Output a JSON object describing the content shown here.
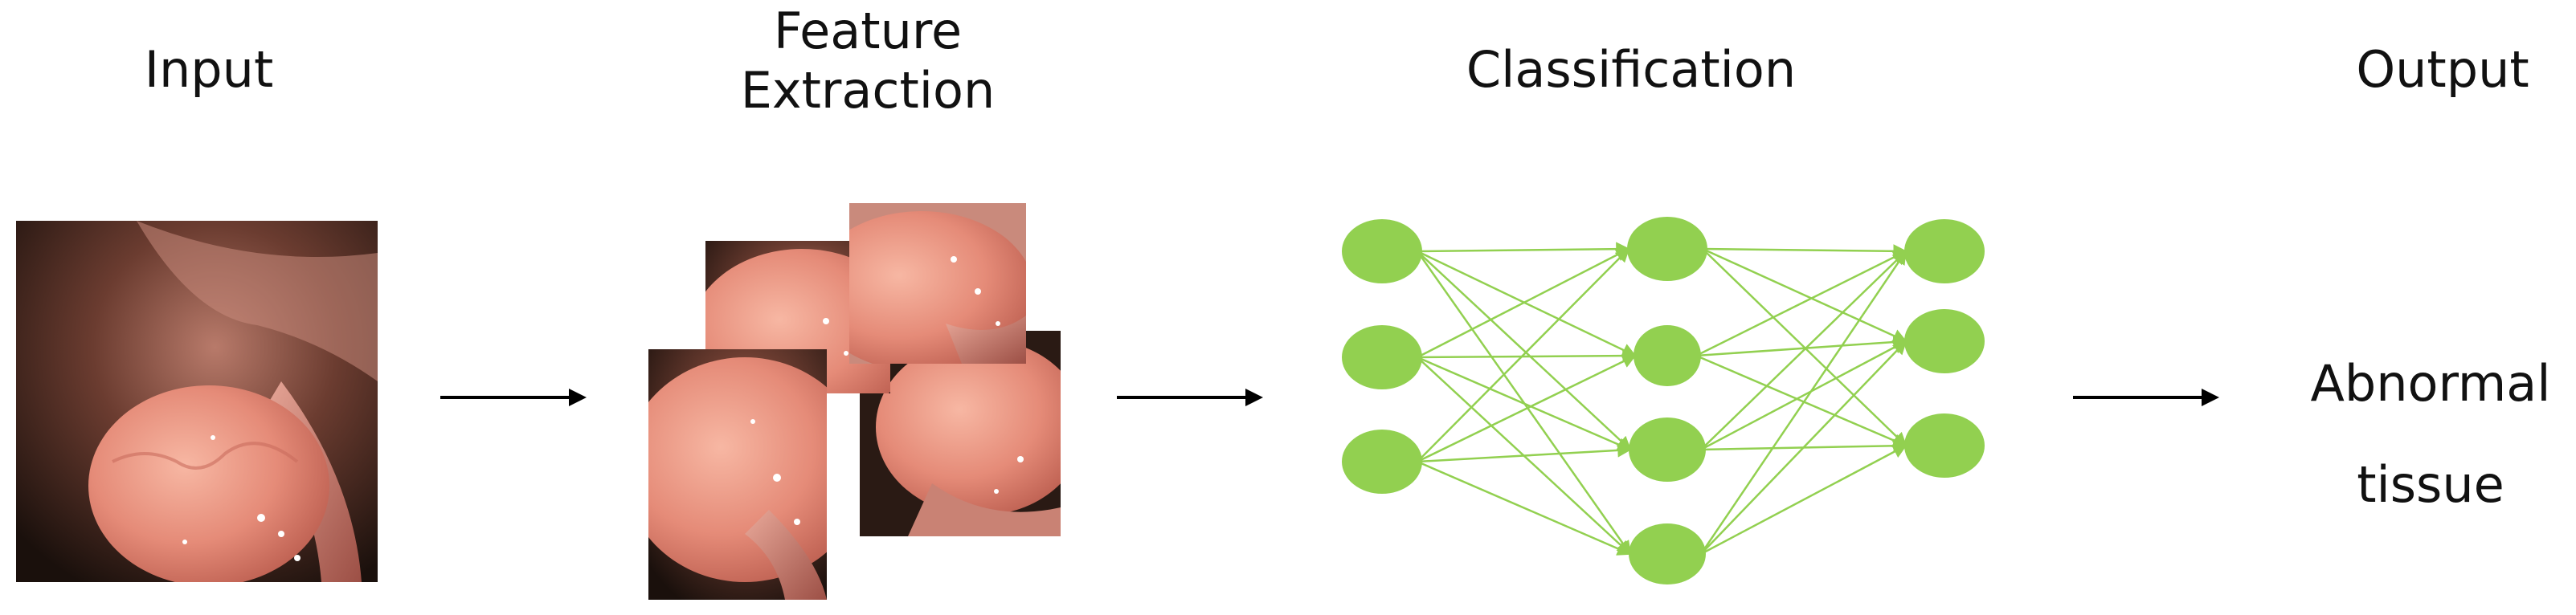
{
  "headings": {
    "input": "Input",
    "feature_line1": "Feature",
    "feature_line2": "Extraction",
    "classification": "Classification",
    "output": "Output"
  },
  "output": {
    "line1": "Abnormal",
    "line2": "tissue"
  },
  "colors": {
    "node": "#92d050",
    "edge": "#92d050",
    "arrow": "#000000",
    "tissue_pink": "#e89a8a",
    "tissue_dark": "#1c120e"
  },
  "network": {
    "layers": [
      3,
      4,
      3
    ]
  }
}
